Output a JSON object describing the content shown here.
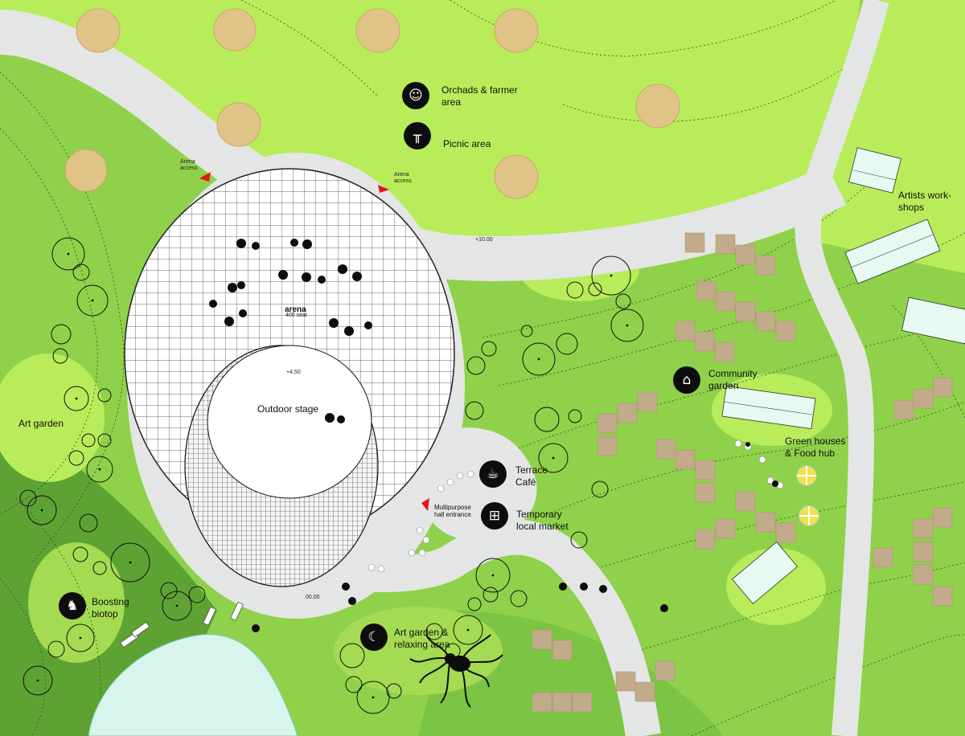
{
  "palette": {
    "grass": "#8fd14a",
    "grass_light": "#b8ec5a",
    "grass_dark": "#5ea234",
    "path": "#e3e6e4",
    "arena_fill": "#ffffff",
    "tree_tan": "#e0c386",
    "pavilion": "#c2ab8a",
    "greenhouse": "#e6faf2",
    "pond": "#d7f5ec",
    "entrance_red": "#e01818",
    "icon_bg": "#0d0d0d"
  },
  "labels": {
    "orchards": "Orchads & farmer\narea",
    "picnic": "Picnic area",
    "arena_access_left": "Arena\naccess",
    "arena_access_right": "Arena\naccess",
    "artists": "Artists work-\nshops",
    "elev_10": "+10.00",
    "arena": "arena",
    "arena_seats": "400 seat",
    "elev_450": "+4.50",
    "outdoor_stage": "Outdoor stage",
    "community": "Community\ngarden",
    "greenhouses": "Green houses\n& Food hub",
    "art_garden": "Art garden",
    "terrace": "Terrace\nCafé",
    "market": "Temporary\nlocal market",
    "multipurpose": "Multipurpose\nhall entrance",
    "boosting": "Boosting\nbiotop",
    "elev_000": "00.00",
    "art_relax": "Art garden &\nrelaxing area"
  },
  "icons": {
    "orchards": "farmer-icon",
    "picnic": "picnic-table-icon",
    "community": "community-garden-icon",
    "terrace": "coffee-cup-icon",
    "market": "market-cart-icon",
    "boosting": "deer-icon",
    "art_relax": "reclining-figure-icon"
  }
}
